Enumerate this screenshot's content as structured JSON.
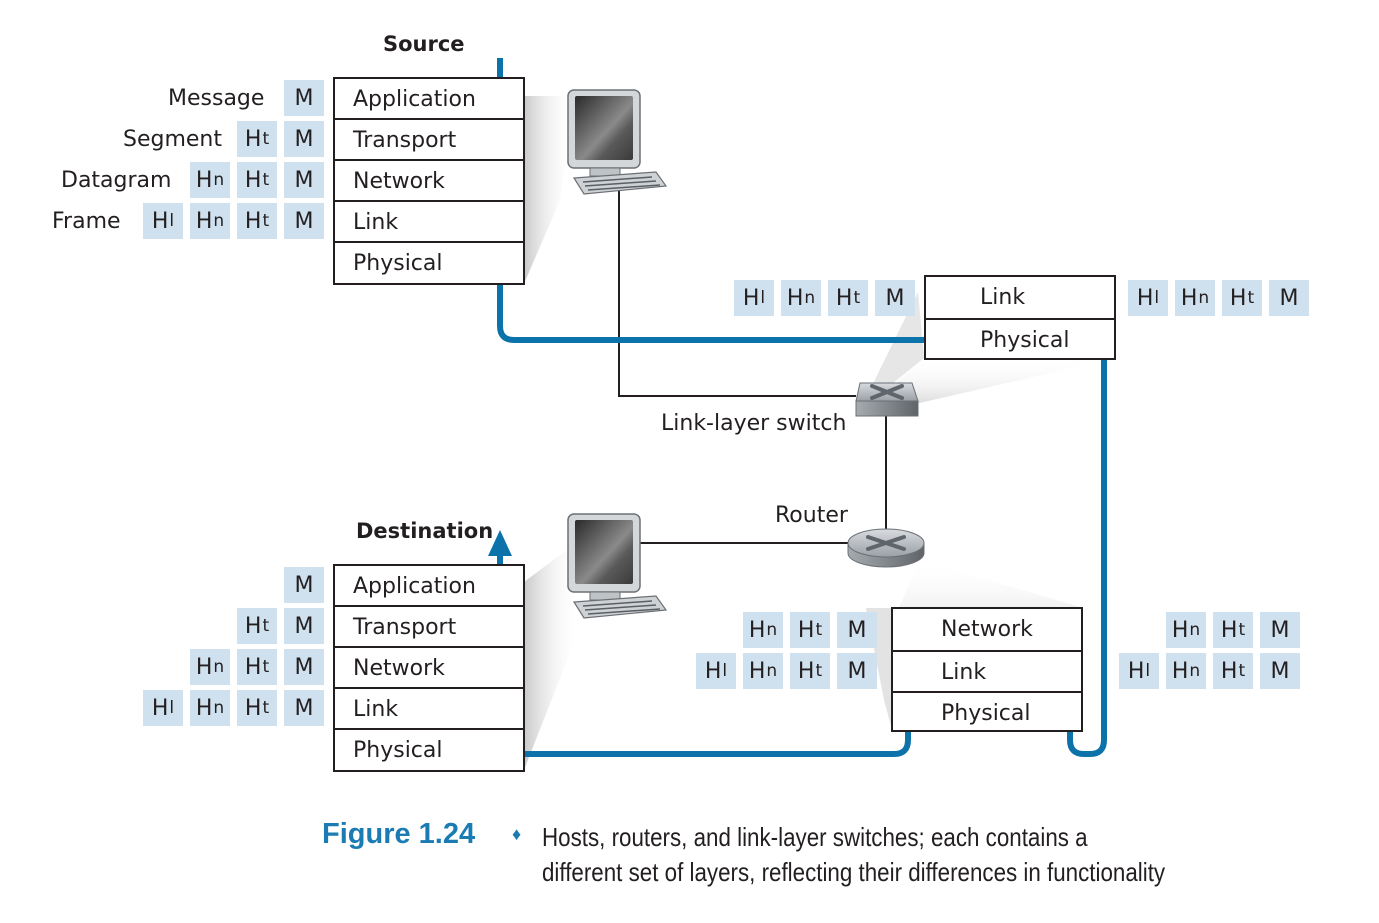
{
  "figure": {
    "number": "Figure 1.24",
    "separator": "♦",
    "caption_line1": "Hosts, routers, and link-layer switches; each contains a",
    "caption_line2": "different set of layers, reflecting their differences in functionality",
    "accent_color": "#1b7bb3",
    "header_cell_color": "#cfe0ef"
  },
  "source": {
    "title": "Source",
    "layers": [
      "Application",
      "Transport",
      "Network",
      "Link",
      "Physical"
    ],
    "pdu_names": [
      "Message",
      "Segment",
      "Datagram",
      "Frame"
    ],
    "pdu_rows": [
      [
        "M"
      ],
      [
        "Ht",
        "M"
      ],
      [
        "Hn",
        "Ht",
        "M"
      ],
      [
        "Hl",
        "Hn",
        "Ht",
        "M"
      ]
    ]
  },
  "switch": {
    "label": "Link-layer switch",
    "layers": [
      "Link",
      "Physical"
    ],
    "left_frame": [
      "Hl",
      "Hn",
      "Ht",
      "M"
    ],
    "right_frame": [
      "Hl",
      "Hn",
      "Ht",
      "M"
    ]
  },
  "router": {
    "label": "Router",
    "layers": [
      "Network",
      "Link",
      "Physical"
    ],
    "left_rows": [
      [
        "Hn",
        "Ht",
        "M"
      ],
      [
        "Hl",
        "Hn",
        "Ht",
        "M"
      ]
    ],
    "right_rows": [
      [
        "Hn",
        "Ht",
        "M"
      ],
      [
        "Hl",
        "Hn",
        "Ht",
        "M"
      ]
    ]
  },
  "destination": {
    "title": "Destination",
    "layers": [
      "Application",
      "Transport",
      "Network",
      "Link",
      "Physical"
    ],
    "pdu_rows": [
      [
        "M"
      ],
      [
        "Ht",
        "M"
      ],
      [
        "Hn",
        "Ht",
        "M"
      ],
      [
        "Hl",
        "Hn",
        "Ht",
        "M"
      ]
    ]
  },
  "icons": {
    "source_host": "desktop-computer-icon",
    "destination_host": "desktop-computer-icon",
    "switch": "link-layer-switch-icon",
    "router": "router-icon"
  }
}
